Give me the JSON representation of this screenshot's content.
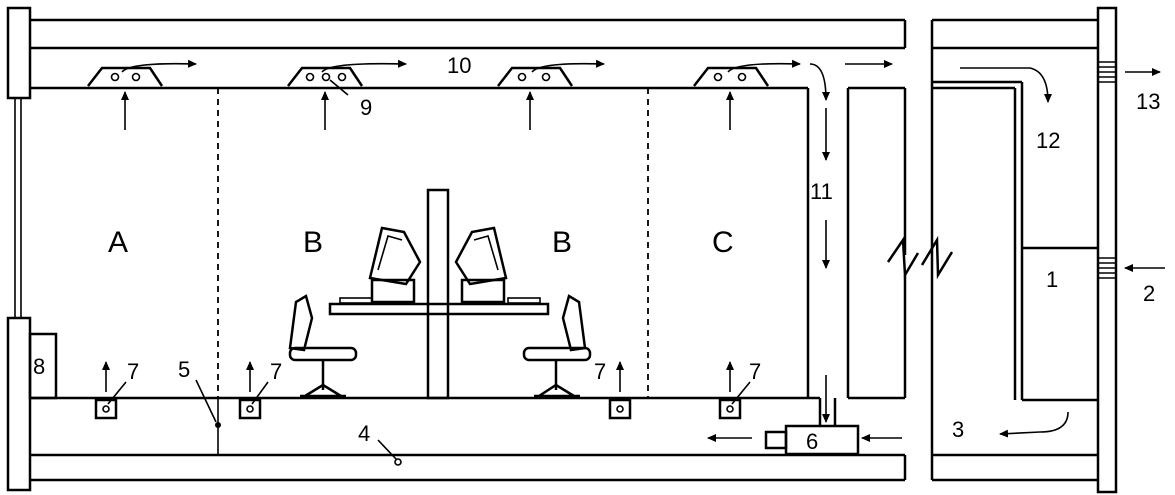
{
  "zones": {
    "a": "A",
    "b_left": "B",
    "b_right": "B",
    "c": "C"
  },
  "labels": {
    "n1": "1",
    "n2": "2",
    "n3": "3",
    "n4": "4",
    "n5": "5",
    "n6": "6",
    "n7_a": "7",
    "n7_b": "7",
    "n7_c": "7",
    "n7_d": "7",
    "n8": "8",
    "n9": "9",
    "n10": "10",
    "n11": "11",
    "n12": "12",
    "n13": "13"
  }
}
